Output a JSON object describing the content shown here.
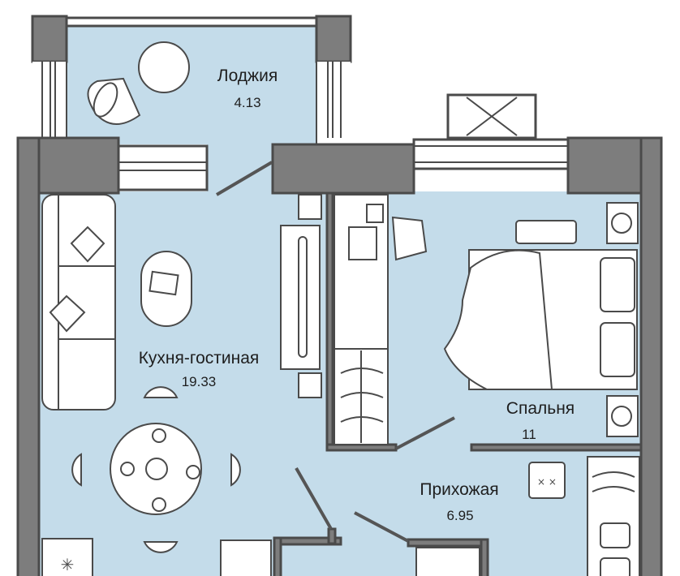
{
  "plan": {
    "rooms": [
      {
        "id": "loggia",
        "name": "Лоджия",
        "area": "4.13"
      },
      {
        "id": "kitchen-living",
        "name": "Кухня-гостиная",
        "area": "19.33"
      },
      {
        "id": "bedroom",
        "name": "Спальня",
        "area": "11"
      },
      {
        "id": "hallway",
        "name": "Прихожая",
        "area": "6.95"
      }
    ],
    "colors": {
      "floor": "#c4dcea",
      "wall": "#7d7d7d",
      "outline": "#4a4a4a"
    }
  }
}
